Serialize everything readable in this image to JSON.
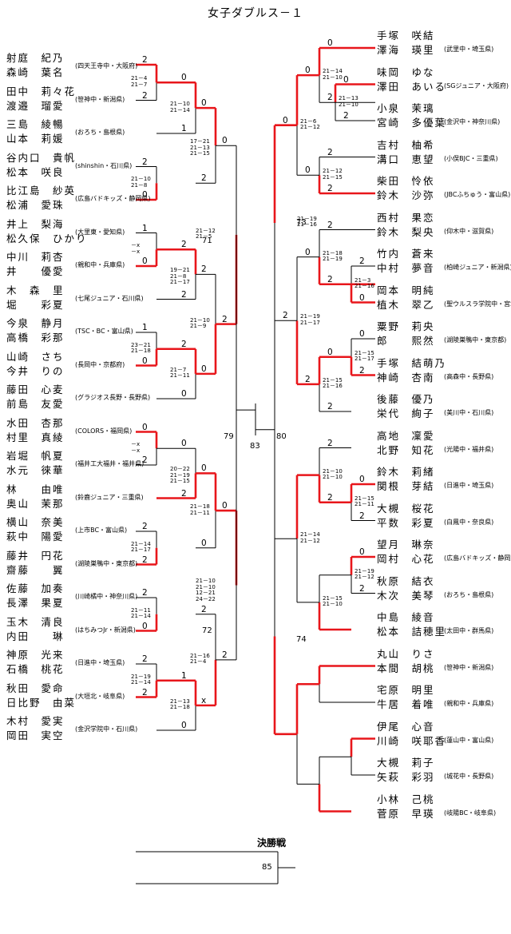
{
  "title": "女子ダブルス－１",
  "final": {
    "title": "決勝戦",
    "code": "85"
  },
  "left_pairs": [
    {
      "p1": "射庭　紀乃",
      "p2": "森崎　葉名",
      "team": "(四天王寺中・大阪府)"
    },
    {
      "p1": "田中　莉々花",
      "p2": "渡邉　瑠愛",
      "team": "(笹神中・新潟県)"
    },
    {
      "p1": "三島　綾暢",
      "p2": "山本　莉媛",
      "team": "(おろち・島根県)"
    },
    {
      "p1": "谷内口　貴帆",
      "p2": "松本　咲良",
      "team": "(shinshin・石川県)"
    },
    {
      "p1": "比江島　紗英",
      "p2": "松浦　愛珠",
      "team": "(広島バドキッズ・静岡県)"
    },
    {
      "p1": "井上　梨海",
      "p2": "松久保　ひかり",
      "team": "(大里東・愛知県)"
    },
    {
      "p1": "中川　莉杏",
      "p2": "井　　優愛",
      "team": "(親和中・兵庫県)"
    },
    {
      "p1": "木　森　里",
      "p2": "堀　　彩夏",
      "team": "(七尾ジュニア・石川県)"
    },
    {
      "p1": "今泉　静月",
      "p2": "高橋　彩那",
      "team": "(TSC・BC・富山県)"
    },
    {
      "p1": "山崎　さち",
      "p2": "今井　りの",
      "team": "(長岡中・京都府)"
    },
    {
      "p1": "藤田　心麦",
      "p2": "前島　友愛",
      "team": "(グラジオス長野・長野県)"
    },
    {
      "p1": "水田　杏那",
      "p2": "村里　真綾",
      "team": "(COLORS・福岡県)"
    },
    {
      "p1": "岩堀　帆夏",
      "p2": "水元　徠華",
      "team": "(福井工大福井・福井県)"
    },
    {
      "p1": "林　　由唯",
      "p2": "奥山　茉那",
      "team": "(鈴鹿ジュニア・三重県)"
    },
    {
      "p1": "横山　奈美",
      "p2": "萩中　陽愛",
      "team": "(上市BC・富山県)"
    },
    {
      "p1": "藤井　円花",
      "p2": "齋藤　　翼",
      "team": "(湖陵巣鴨中・東京都)"
    },
    {
      "p1": "佐藤　加奏",
      "p2": "長澤　果夏",
      "team": "(川崎橘中・神奈川県)"
    },
    {
      "p1": "玉木　清良",
      "p2": "内田　　琳",
      "team": "(はちみつJr・新潟県)"
    },
    {
      "p1": "神原　光来",
      "p2": "石橋　桃花",
      "team": "(日進中・埼玉県)"
    },
    {
      "p1": "秋田　愛命",
      "p2": "日比野　由菜",
      "team": "(大垣北・岐阜県)"
    },
    {
      "p1": "木村　愛実",
      "p2": "岡田　実空",
      "team": "(金沢学院中・石川県)"
    }
  ],
  "right_pairs": [
    {
      "p1": "手塚　咲結",
      "p2": "澤海　瑛里",
      "team": "(武里中・埼玉県)"
    },
    {
      "p1": "味岡　ゆな",
      "p2": "澤田　あいる",
      "team": "(SGジュニア・大阪府)"
    },
    {
      "p1": "小泉　茉璃",
      "p2": "宮崎　多優葉",
      "team": "(金沢中・神奈川県)"
    },
    {
      "p1": "吉村　柚希",
      "p2": "溝口　恵望",
      "team": "(小俣BJC・三重県)"
    },
    {
      "p1": "柴田　怜依",
      "p2": "鈴木　沙弥",
      "team": "(JBCふちゅう・富山県)"
    },
    {
      "p1": "西村　果恋",
      "p2": "鈴木　梨央",
      "team": "(仰木中・滋賀県)"
    },
    {
      "p1": "竹内　蒼来",
      "p2": "中村　夢音",
      "team": "(柏崎ジュニア・新潟県)"
    },
    {
      "p1": "岡本　明純",
      "p2": "植木　翠乙",
      "team": "(聖ウルスラ学院中・宮城県)"
    },
    {
      "p1": "粟野　莉央",
      "p2": "郎　　熙然",
      "team": "(湖陵巣鴨中・東京都)"
    },
    {
      "p1": "手塚　結萌乃",
      "p2": "神崎　杏南",
      "team": "(高森中・長野県)"
    },
    {
      "p1": "後藤　優乃",
      "p2": "栄代　絢子",
      "team": "(美川中・石川県)"
    },
    {
      "p1": "高地　凜愛",
      "p2": "北野　知花",
      "team": "(光陽中・福井県)"
    },
    {
      "p1": "鈴木　莉緒",
      "p2": "関根　芽結",
      "team": "(日進中・埼玉県)"
    },
    {
      "p1": "大槻　桜花",
      "p2": "平数　彩夏",
      "team": "(白鳳中・奈良県)"
    },
    {
      "p1": "望月　琳奈",
      "p2": "岡村　心花",
      "team": "(広島バドキッズ・静岡県)"
    },
    {
      "p1": "秋原　結衣",
      "p2": "木次　美琴",
      "team": "(おろち・島根県)"
    },
    {
      "p1": "中島　綾音",
      "p2": "松本　詰穂里",
      "team": "(太田中・群馬県)"
    },
    {
      "p1": "丸山　りさ",
      "p2": "本間　胡桃",
      "team": "(笹神中・新潟県)"
    },
    {
      "p1": "宅原　明里",
      "p2": "牛居　着唯",
      "team": "(親和中・兵庫県)"
    },
    {
      "p1": "伊尾　心音",
      "p2": "川崎　咲耶香",
      "team": "(蓮山中・富山県)"
    },
    {
      "p1": "大槻　莉子",
      "p2": "矢萩　彩羽",
      "team": "(城花中・長野県)"
    },
    {
      "p1": "小林　己桃",
      "p2": "菅原　早瑛",
      "team": "(岐陽BC・岐阜県)"
    }
  ],
  "results": [
    "2",
    "2",
    "0",
    "1",
    "2",
    "0",
    "0",
    "2",
    "1",
    "0",
    "2",
    "2",
    "1",
    "0",
    "2",
    "0",
    "2",
    "0",
    "0",
    "2",
    "0",
    "2",
    "0",
    "2",
    "2",
    "2",
    "0",
    "0",
    "2",
    "0",
    "2",
    "2",
    "1",
    "0",
    "2",
    "x",
    "0",
    "2",
    "0",
    "2",
    "0",
    "2",
    "2",
    "2",
    "0",
    "0",
    "2",
    "0",
    "2",
    "2",
    "0",
    "2",
    "0",
    "2",
    "0",
    "2",
    "0",
    "2",
    "0",
    "2",
    "2",
    "2",
    "0",
    "2"
  ],
  "scores": [
    "21－4\n21－7",
    "21－10\n21－14",
    "21－10\n21－8",
    "17－21\n21－13\n21－15",
    "－x\n－x",
    "19－21\n21－8\n21－17",
    "23－21\n21－18",
    "21－7\n21－11",
    "21－10\n21－9",
    "21－12\n21－5",
    "－x\n－x",
    "20－22\n21－19\n21－15",
    "21－14\n21－17",
    "21－18\n21－11",
    "21－11\n21－14",
    "21－19\n21－14",
    "21－13\n21－18",
    "21－16\n21－4",
    "21－10\n21－10\n12－21\n24－22",
    "21－13\n21－10",
    "21－14\n21－10",
    "21－12\n21－15",
    "21－6\n21－12",
    "21－3\n21－16",
    "21－18\n21－19",
    "21－15\n21－17",
    "21－15\n21－16",
    "21－19\n21－17",
    "21－19\n21－16",
    "21－15\n21－11",
    "21－10\n21－10",
    "21－19\n21－12",
    "21－15\n21－10",
    "21－14\n21－12"
  ],
  "codes": [
    "71",
    "72",
    "79",
    "83",
    "80",
    "73",
    "74"
  ],
  "colors": {
    "win": "#e8161b",
    "line": "#000000"
  }
}
